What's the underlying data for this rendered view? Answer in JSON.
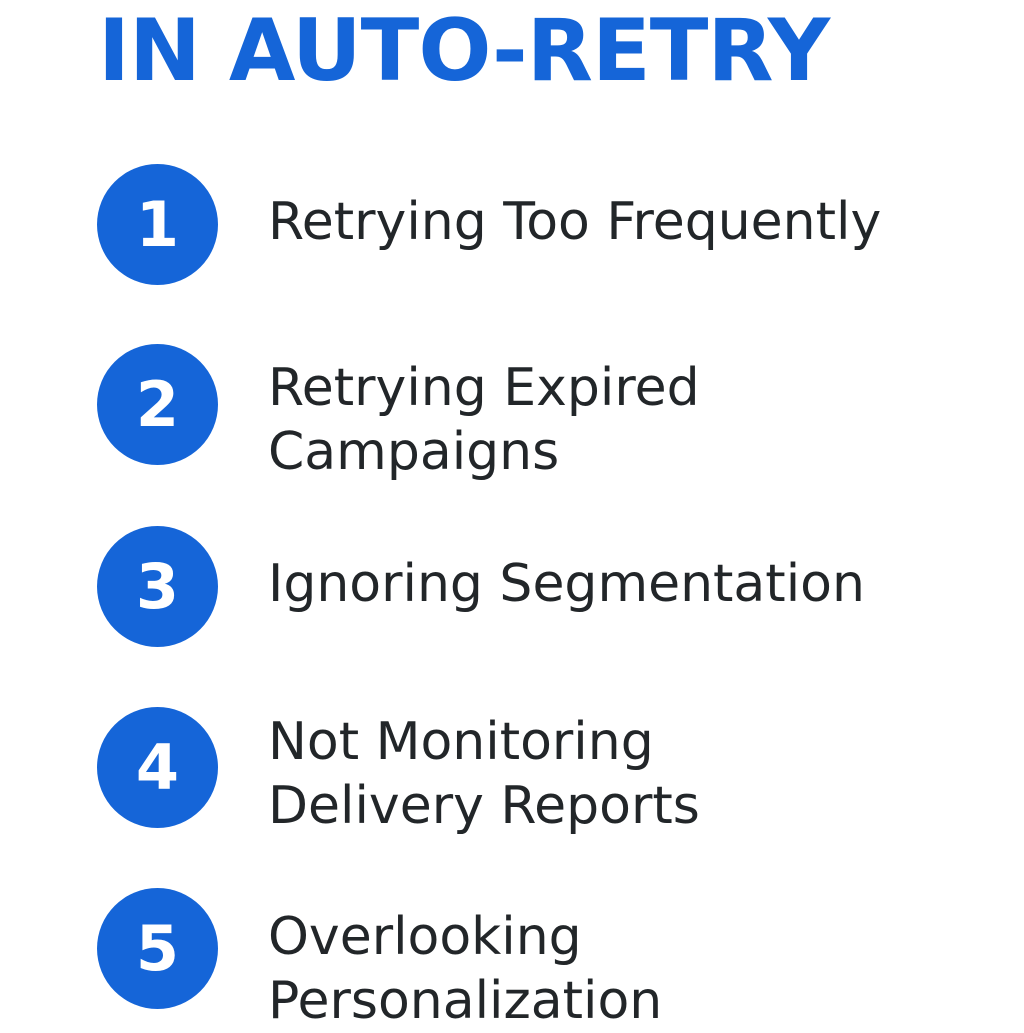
{
  "header": {
    "title": "IN AUTO-RETRY"
  },
  "colors": {
    "accent": "#1565d8",
    "text": "#222629",
    "background": "#ffffff"
  },
  "items": [
    {
      "number": "1",
      "text": "Retrying Too Frequently"
    },
    {
      "number": "2",
      "text": "Retrying Expired\nCampaigns"
    },
    {
      "number": "3",
      "text": "Ignoring Segmentation"
    },
    {
      "number": "4",
      "text": "Not Monitoring\nDelivery Reports"
    },
    {
      "number": "5",
      "text": "Overlooking\nPersonalization"
    }
  ]
}
